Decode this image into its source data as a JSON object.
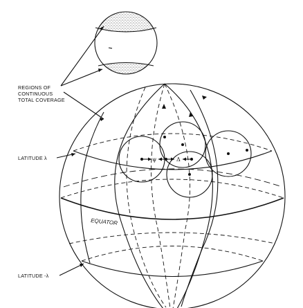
{
  "labels": {
    "regions_line1": "REGIONS OF",
    "regions_line2": "CONTINUOUS",
    "regions_line3": "TOTAL COVERAGE",
    "latitude_north": "LATITUDE λ",
    "latitude_south": "LATITUDE -λ",
    "equator": "EQUATOR",
    "psi_symbol": "ψ",
    "delta_symbol": "Δ"
  }
}
